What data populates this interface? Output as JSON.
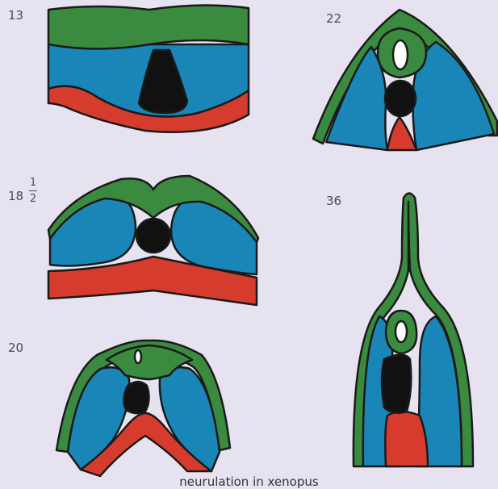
{
  "colors": {
    "background": "#e6e2f0",
    "ectoderm": "#3a8a3f",
    "mesoderm": "#1a86b8",
    "endoderm": "#d63c2e",
    "notochord": "#111111",
    "lumen": "#ffffff",
    "outline": "#1a1a1a"
  },
  "stages": {
    "s13": "13",
    "s18_whole": "18",
    "s18_num": "1",
    "s18_den": "2",
    "s20": "20",
    "s22": "22",
    "s36": "36"
  },
  "caption": "neurulation in xenopus"
}
